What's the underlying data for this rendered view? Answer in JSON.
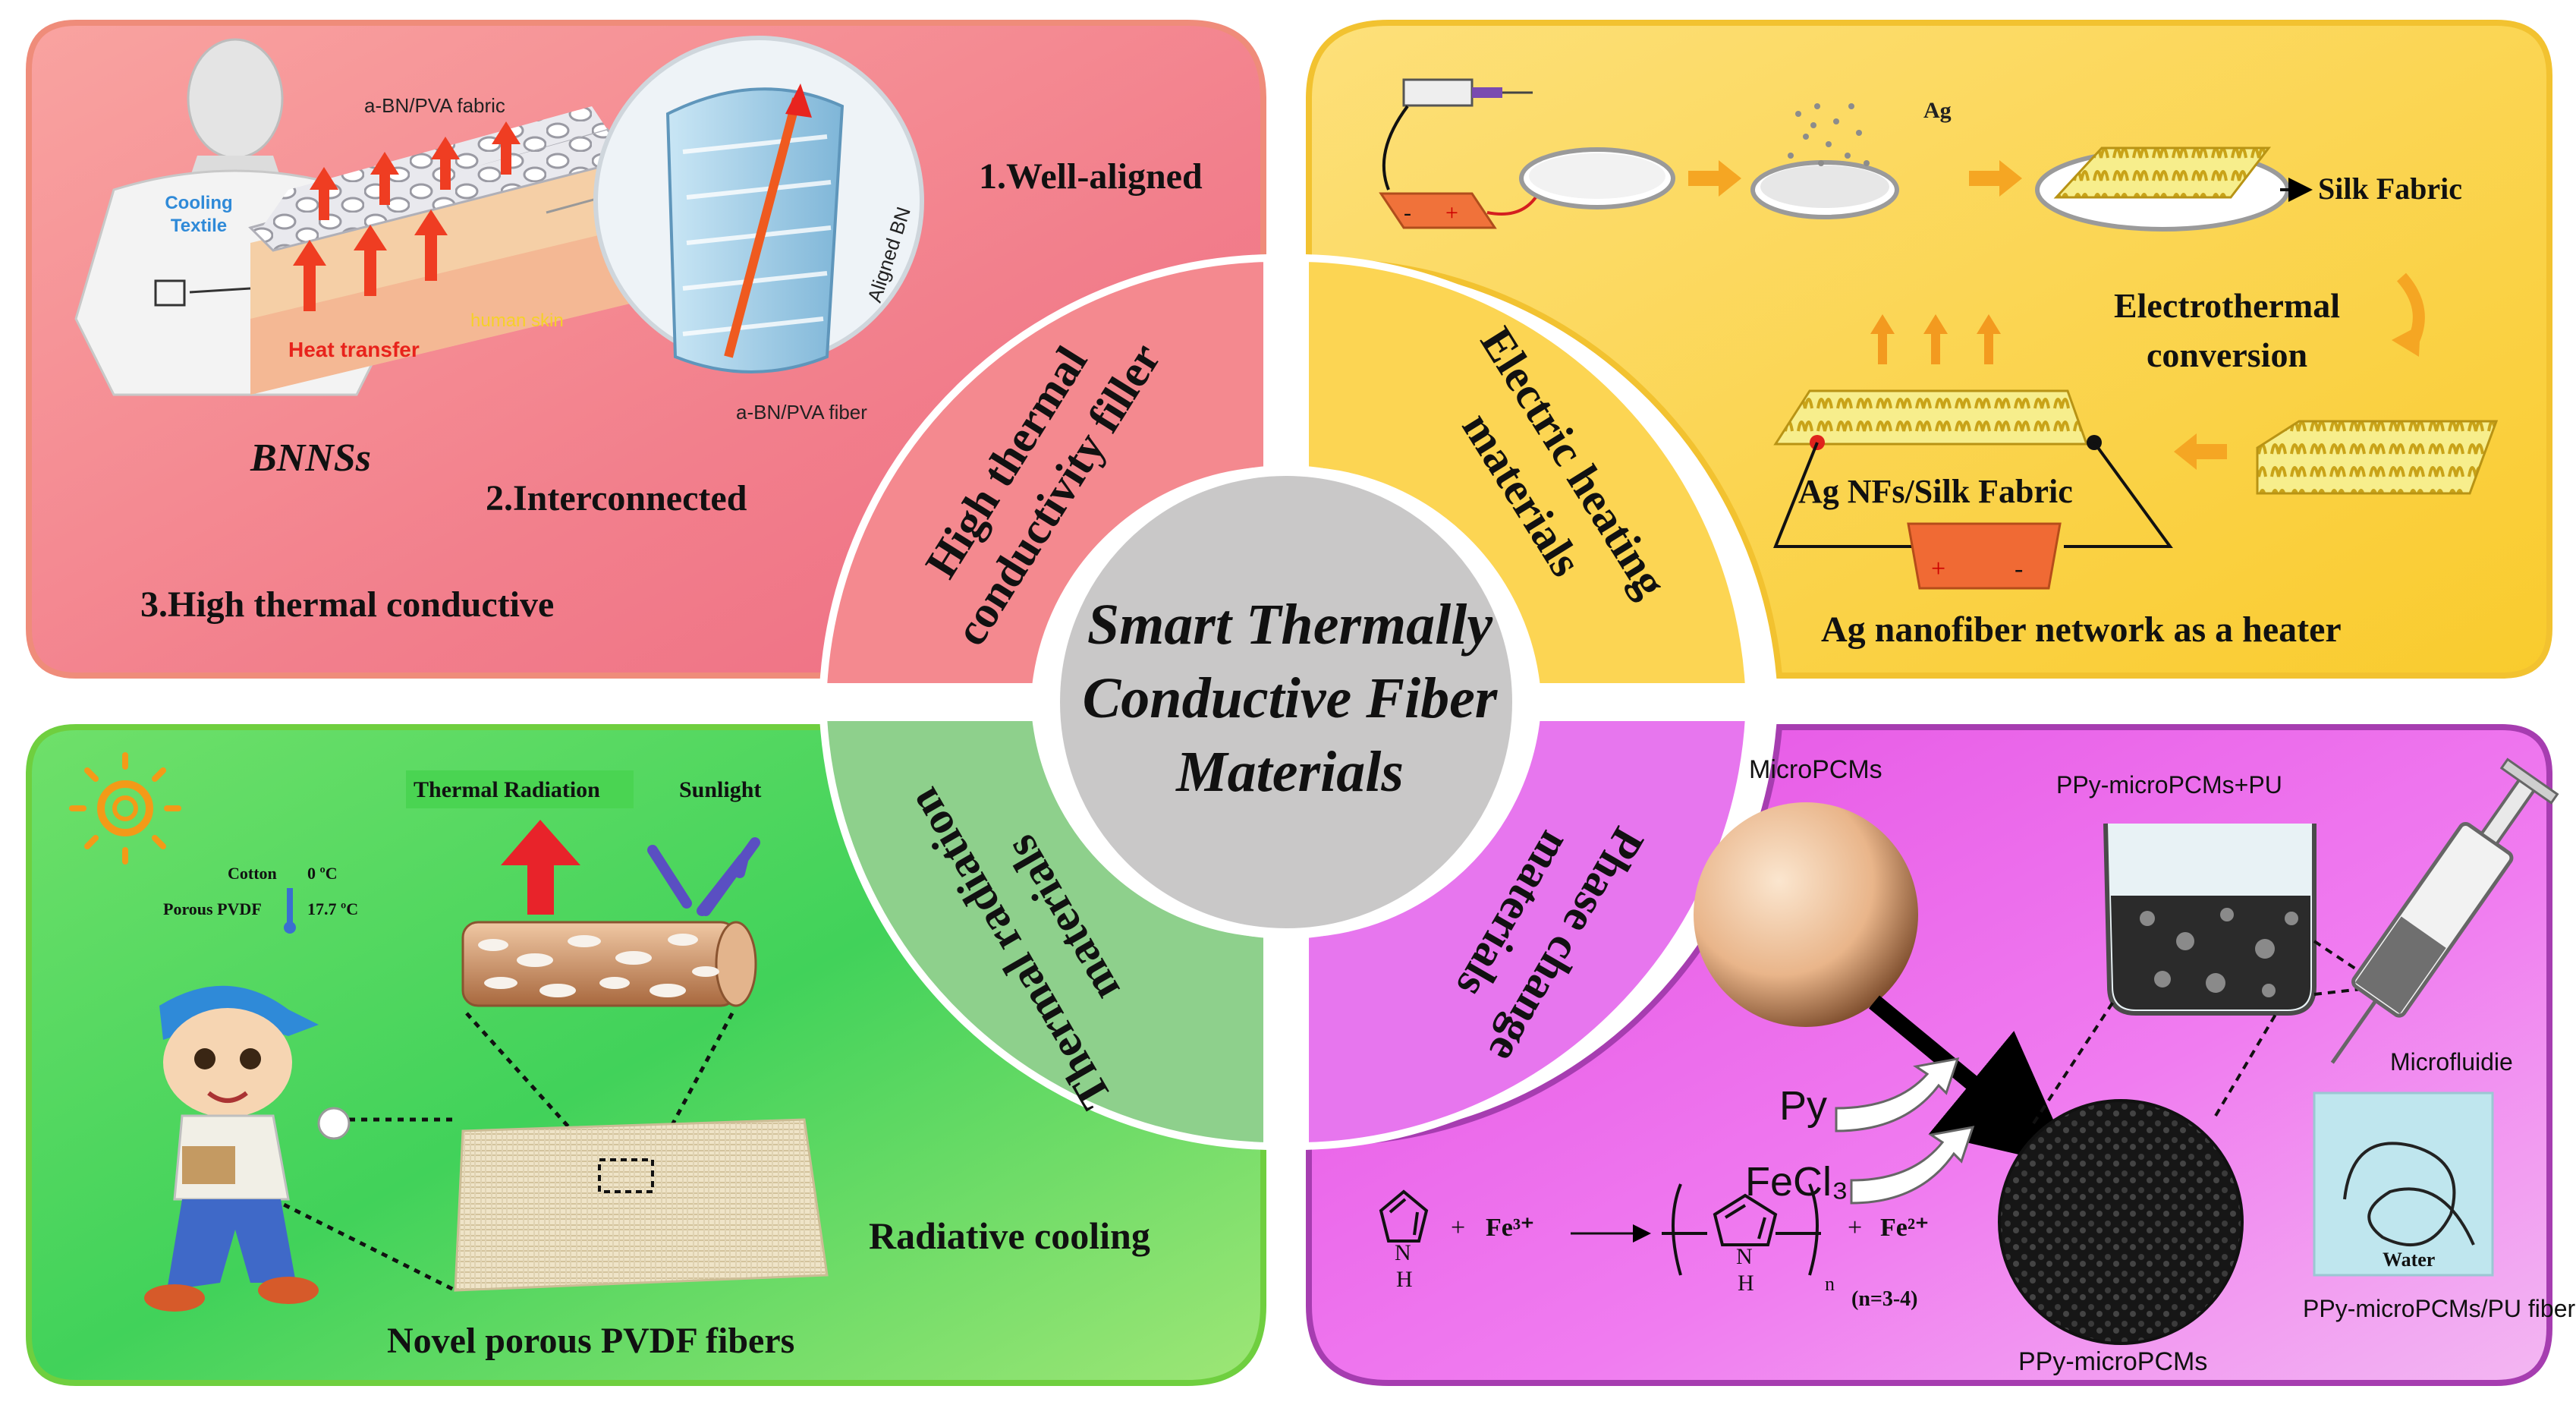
{
  "center": {
    "title_lines": [
      "Smart Thermally",
      "Conductive Fiber",
      "Materials"
    ]
  },
  "quadrants": {
    "top_left": {
      "category": [
        "High thermal",
        "conductivity filler"
      ],
      "fabric_label": "a-BN/PVA fabric",
      "fiber_label": "a-BN/PVA fiber",
      "aligned_label": "Aligned BN",
      "shirt_label": [
        "Cooling",
        "Textile"
      ],
      "heat_label": "Heat transfer",
      "skin_label": "human skin",
      "material": "BNNSs",
      "points": [
        "1.Well-aligned",
        "2.Interconnected",
        "3.High thermal conductive"
      ]
    },
    "top_right": {
      "category": [
        "Electric heating",
        "materials"
      ],
      "ag_label": "Ag",
      "silk_label": "Silk Fabric",
      "conversion_label": [
        "Electrothermal",
        "conversion"
      ],
      "agnf_label": "Ag NFs/Silk Fabric",
      "caption": "Ag nanofiber network as a heater"
    },
    "bottom_left": {
      "category": [
        "Thermal radiation",
        "materials"
      ],
      "radiation_label": "Thermal Radiation",
      "sunlight_label": "Sunlight",
      "cotton_label": "Cotton",
      "cotton_temp": "0 ºC",
      "pvdf_label": "Porous PVDF",
      "pvdf_temp": "17.7 ºC",
      "effect": "Radiative cooling",
      "caption": "Novel porous PVDF fibers"
    },
    "bottom_right": {
      "category": [
        "Phase change",
        "materials"
      ],
      "micropcm_label": "MicroPCMs",
      "beaker_label": "PPy-microPCMs+PU",
      "py_label": "Py",
      "fecl_label": "FeCl₃",
      "microfluidic_label": "Microfluidie",
      "water_label": "Water",
      "fiber_label": "PPy-microPCMs/PU fiber",
      "product_label": "PPy-microPCMs",
      "reaction": {
        "fe3": "Fe³⁺",
        "fe2": "Fe²⁺",
        "plus": "+",
        "nh": "N",
        "h": "H",
        "n": "n",
        "n_range": "(n=3-4)"
      }
    }
  },
  "colors": {
    "tl_fill": "#f07a88",
    "tl_border": "#ef8c7a",
    "tr_fill": "#fbd03a",
    "tr_border": "#f2c230",
    "bl_fill": "#4fd458",
    "bl_border": "#6fcf3f",
    "br_fill": "#e75ee8",
    "br_border": "#a63db0",
    "center": "#c9c8c8"
  }
}
